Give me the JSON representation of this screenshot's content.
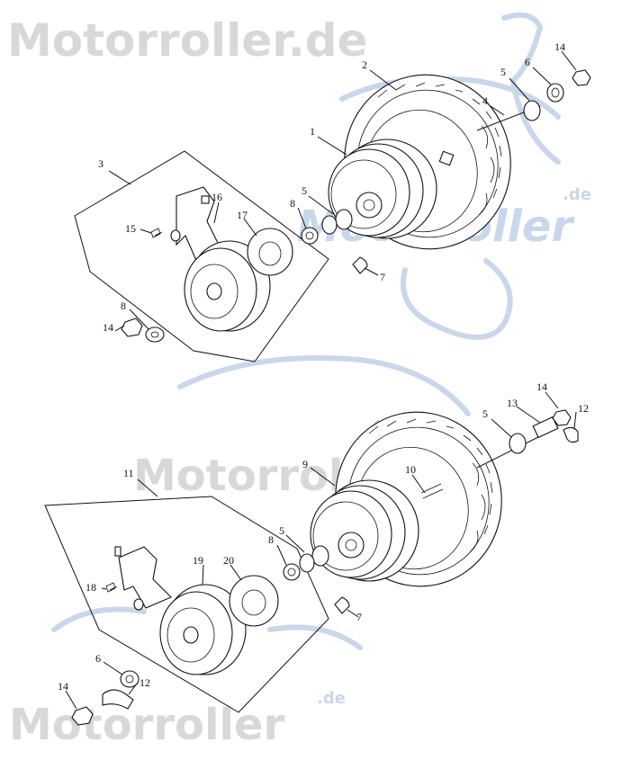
{
  "watermark": {
    "main": "Motorroller.de",
    "brand_word": "Motorroller",
    "brand_suffix": ".de",
    "color_light": "#c9d7ea",
    "color_gray": "#d8d8d8"
  },
  "group_labels": {
    "front_assembly": "3",
    "rear_assembly": "11"
  },
  "callouts": {
    "top": {
      "tire": "2",
      "rim": "1",
      "axle": "4",
      "washer_5a": "5",
      "collar_6": "6",
      "nut_14": "14",
      "washer_5b": "5",
      "washer_8": "8",
      "valve_7": "7",
      "bracket_16": "16",
      "bearing_17": "17",
      "spring_15": "15",
      "washer_8b": "8",
      "nut_14b": "14"
    },
    "bottom": {
      "tire_hub": "9",
      "stud_10": "10",
      "collar_13": "13",
      "nut_14": "14",
      "clip_12": "12",
      "washer_5a": "5",
      "washer_5b": "5",
      "washer_8": "8",
      "valve_7": "7",
      "pulley_19": "19",
      "bearing_20": "20",
      "spring_18": "18",
      "collar_6": "6",
      "clip_12b": "12",
      "nut_14b": "14"
    }
  }
}
